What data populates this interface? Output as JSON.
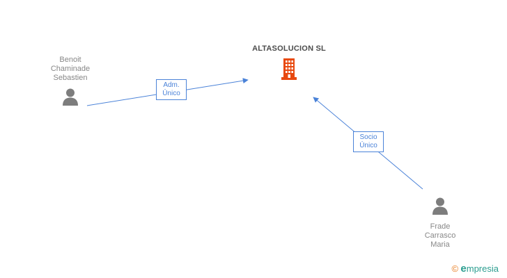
{
  "company": {
    "name": "ALTASOLUCION SL"
  },
  "persons": {
    "benoit": {
      "line1": "Benoit",
      "line2": "Chaminade",
      "line3": "Sebastien"
    },
    "frade": {
      "line1": "Frade",
      "line2": "Carrasco",
      "line3": "Maria"
    }
  },
  "relations": {
    "adm": {
      "line1": "Adm.",
      "line2": "Único"
    },
    "socio": {
      "line1": "Socio",
      "line2": "Único"
    }
  },
  "logo": {
    "copyright": "©",
    "initial": "e",
    "rest": "mpresia"
  },
  "colors": {
    "edge_blue": "#4a82d8",
    "building_orange": "#e8490f",
    "person_gray": "#7d7d7d"
  }
}
